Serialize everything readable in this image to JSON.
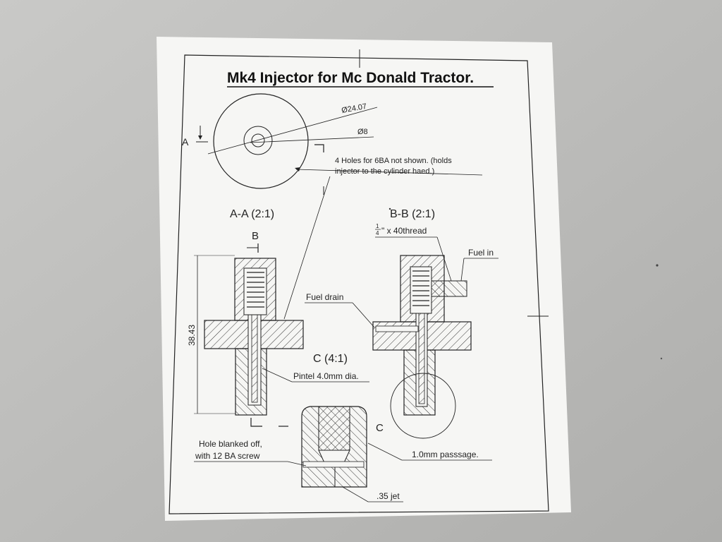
{
  "sheet": {
    "title": "Mk4 Injector for Mc Donald Tractor.",
    "top_view": {
      "dia_outer": "Ø24.07",
      "dia_inner": "Ø8",
      "section_marker": "A",
      "holes_note_line1": "4 Holes  for 6BA not shown. (holds",
      "holes_note_line2": "injector to the cylinder haed.)"
    },
    "section_aa": {
      "title": "A-A (2:1)",
      "marker": "B",
      "height_dim": "38.43"
    },
    "section_bb": {
      "title": "B-B (2:1)",
      "thread_fraction_num": "1",
      "thread_fraction_den": "4",
      "thread_rest": "\" x 40thread",
      "fuel_in": "Fuel in",
      "fuel_drain": "Fuel drain",
      "detail_marker": "C"
    },
    "detail_c": {
      "title": "C (4:1)",
      "pintel": "Pintel 4.0mm dia.",
      "hole_note_line1": "Hole blanked off,",
      "hole_note_line2": "with 12 BA screw",
      "passage": "1.0mm passsage.",
      "jet": ".35 jet"
    }
  }
}
